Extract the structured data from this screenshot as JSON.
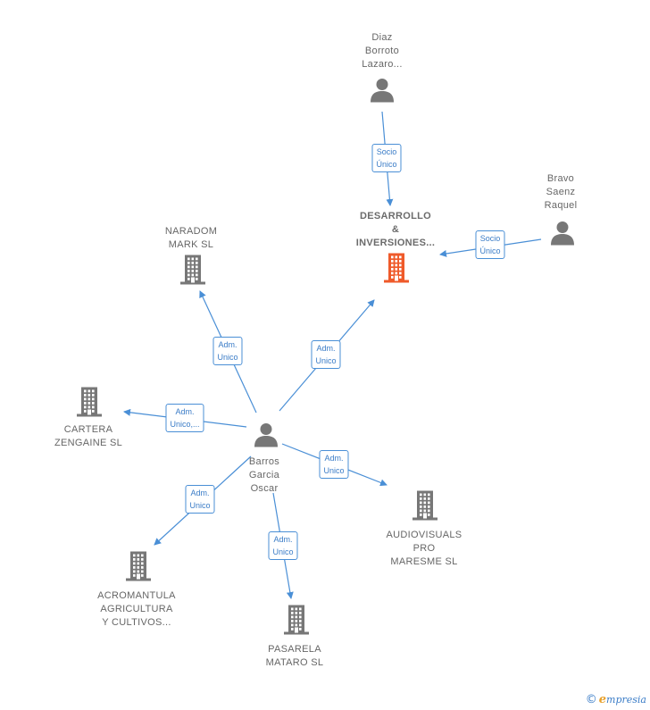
{
  "colors": {
    "edge": "#4a8fd6",
    "person": "#777777",
    "company": "#777777",
    "highlight": "#ef5a2a"
  },
  "nodes": [
    {
      "id": "diaz",
      "kind": "person",
      "label": "Diaz\nBorroto\nLazaro...",
      "icon": "person-icon"
    },
    {
      "id": "bravo",
      "kind": "person",
      "label": "Bravo\nSaenz\nRaquel",
      "icon": "person-icon"
    },
    {
      "id": "desarrollo",
      "kind": "company",
      "main": true,
      "label": "DESARROLLO\n&\nINVERSIONES...",
      "icon": "building-icon"
    },
    {
      "id": "naradom",
      "kind": "company",
      "label": "NARADOM\nMARK SL",
      "icon": "building-icon"
    },
    {
      "id": "cartera",
      "kind": "company",
      "label": "CARTERA\nZENGAINE SL",
      "icon": "building-icon"
    },
    {
      "id": "barros",
      "kind": "person",
      "label": "Barros\nGarcia\nOscar",
      "icon": "person-icon"
    },
    {
      "id": "audiovisuals",
      "kind": "company",
      "label": "AUDIOVISUALS\nPRO\nMARESME SL",
      "icon": "building-icon"
    },
    {
      "id": "acromantula",
      "kind": "company",
      "label": "ACROMANTULA\nAGRICULTURA\nY CULTIVOS...",
      "icon": "building-icon"
    },
    {
      "id": "pasarela",
      "kind": "company",
      "label": "PASARELA\nMATARO SL",
      "icon": "building-icon"
    }
  ],
  "edges": [
    {
      "from": "diaz",
      "to": "desarrollo",
      "label": "Socio\nÚnico"
    },
    {
      "from": "bravo",
      "to": "desarrollo",
      "label": "Socio\nÚnico"
    },
    {
      "from": "barros",
      "to": "naradom",
      "label": "Adm.\nUnico"
    },
    {
      "from": "barros",
      "to": "desarrollo",
      "label": "Adm.\nUnico"
    },
    {
      "from": "barros",
      "to": "cartera",
      "label": "Adm.\nUnico,..."
    },
    {
      "from": "barros",
      "to": "audiovisuals",
      "label": "Adm.\nUnico"
    },
    {
      "from": "barros",
      "to": "acromantula",
      "label": "Adm.\nUnico"
    },
    {
      "from": "barros",
      "to": "pasarela",
      "label": "Adm.\nUnico"
    }
  ],
  "brand": {
    "copyright": "©",
    "initial": "e",
    "name": "mpresia"
  }
}
